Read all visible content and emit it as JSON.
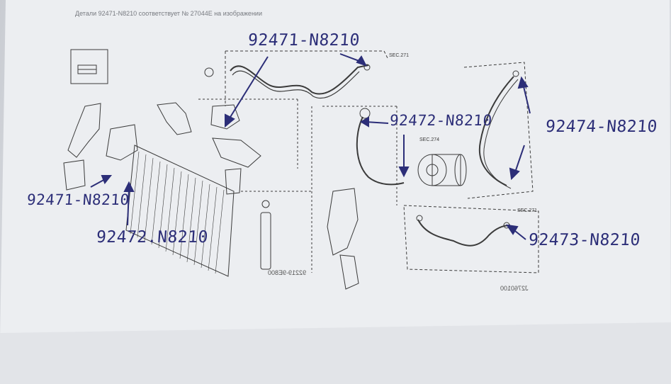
{
  "header": {
    "caption": "Детали 92471-N8210 соответствует № 27044E на изображении"
  },
  "diagram": {
    "section_labels": [
      "SEC.271",
      "SEC.274",
      "SEC.271"
    ],
    "part_code": "92219-9E800",
    "figure_id": "J2760100"
  },
  "annotations": {
    "top_center": "92471-N8210",
    "center_right": "92472-N8210",
    "right_upper": "92474-N8210",
    "left": "92471-N8210",
    "left_lower": "92472.N8210",
    "right_lower": "92473-N8210"
  },
  "colors": {
    "ink": "#2c2e78",
    "line": "#3b3b3b",
    "paper": "#eceef1"
  }
}
